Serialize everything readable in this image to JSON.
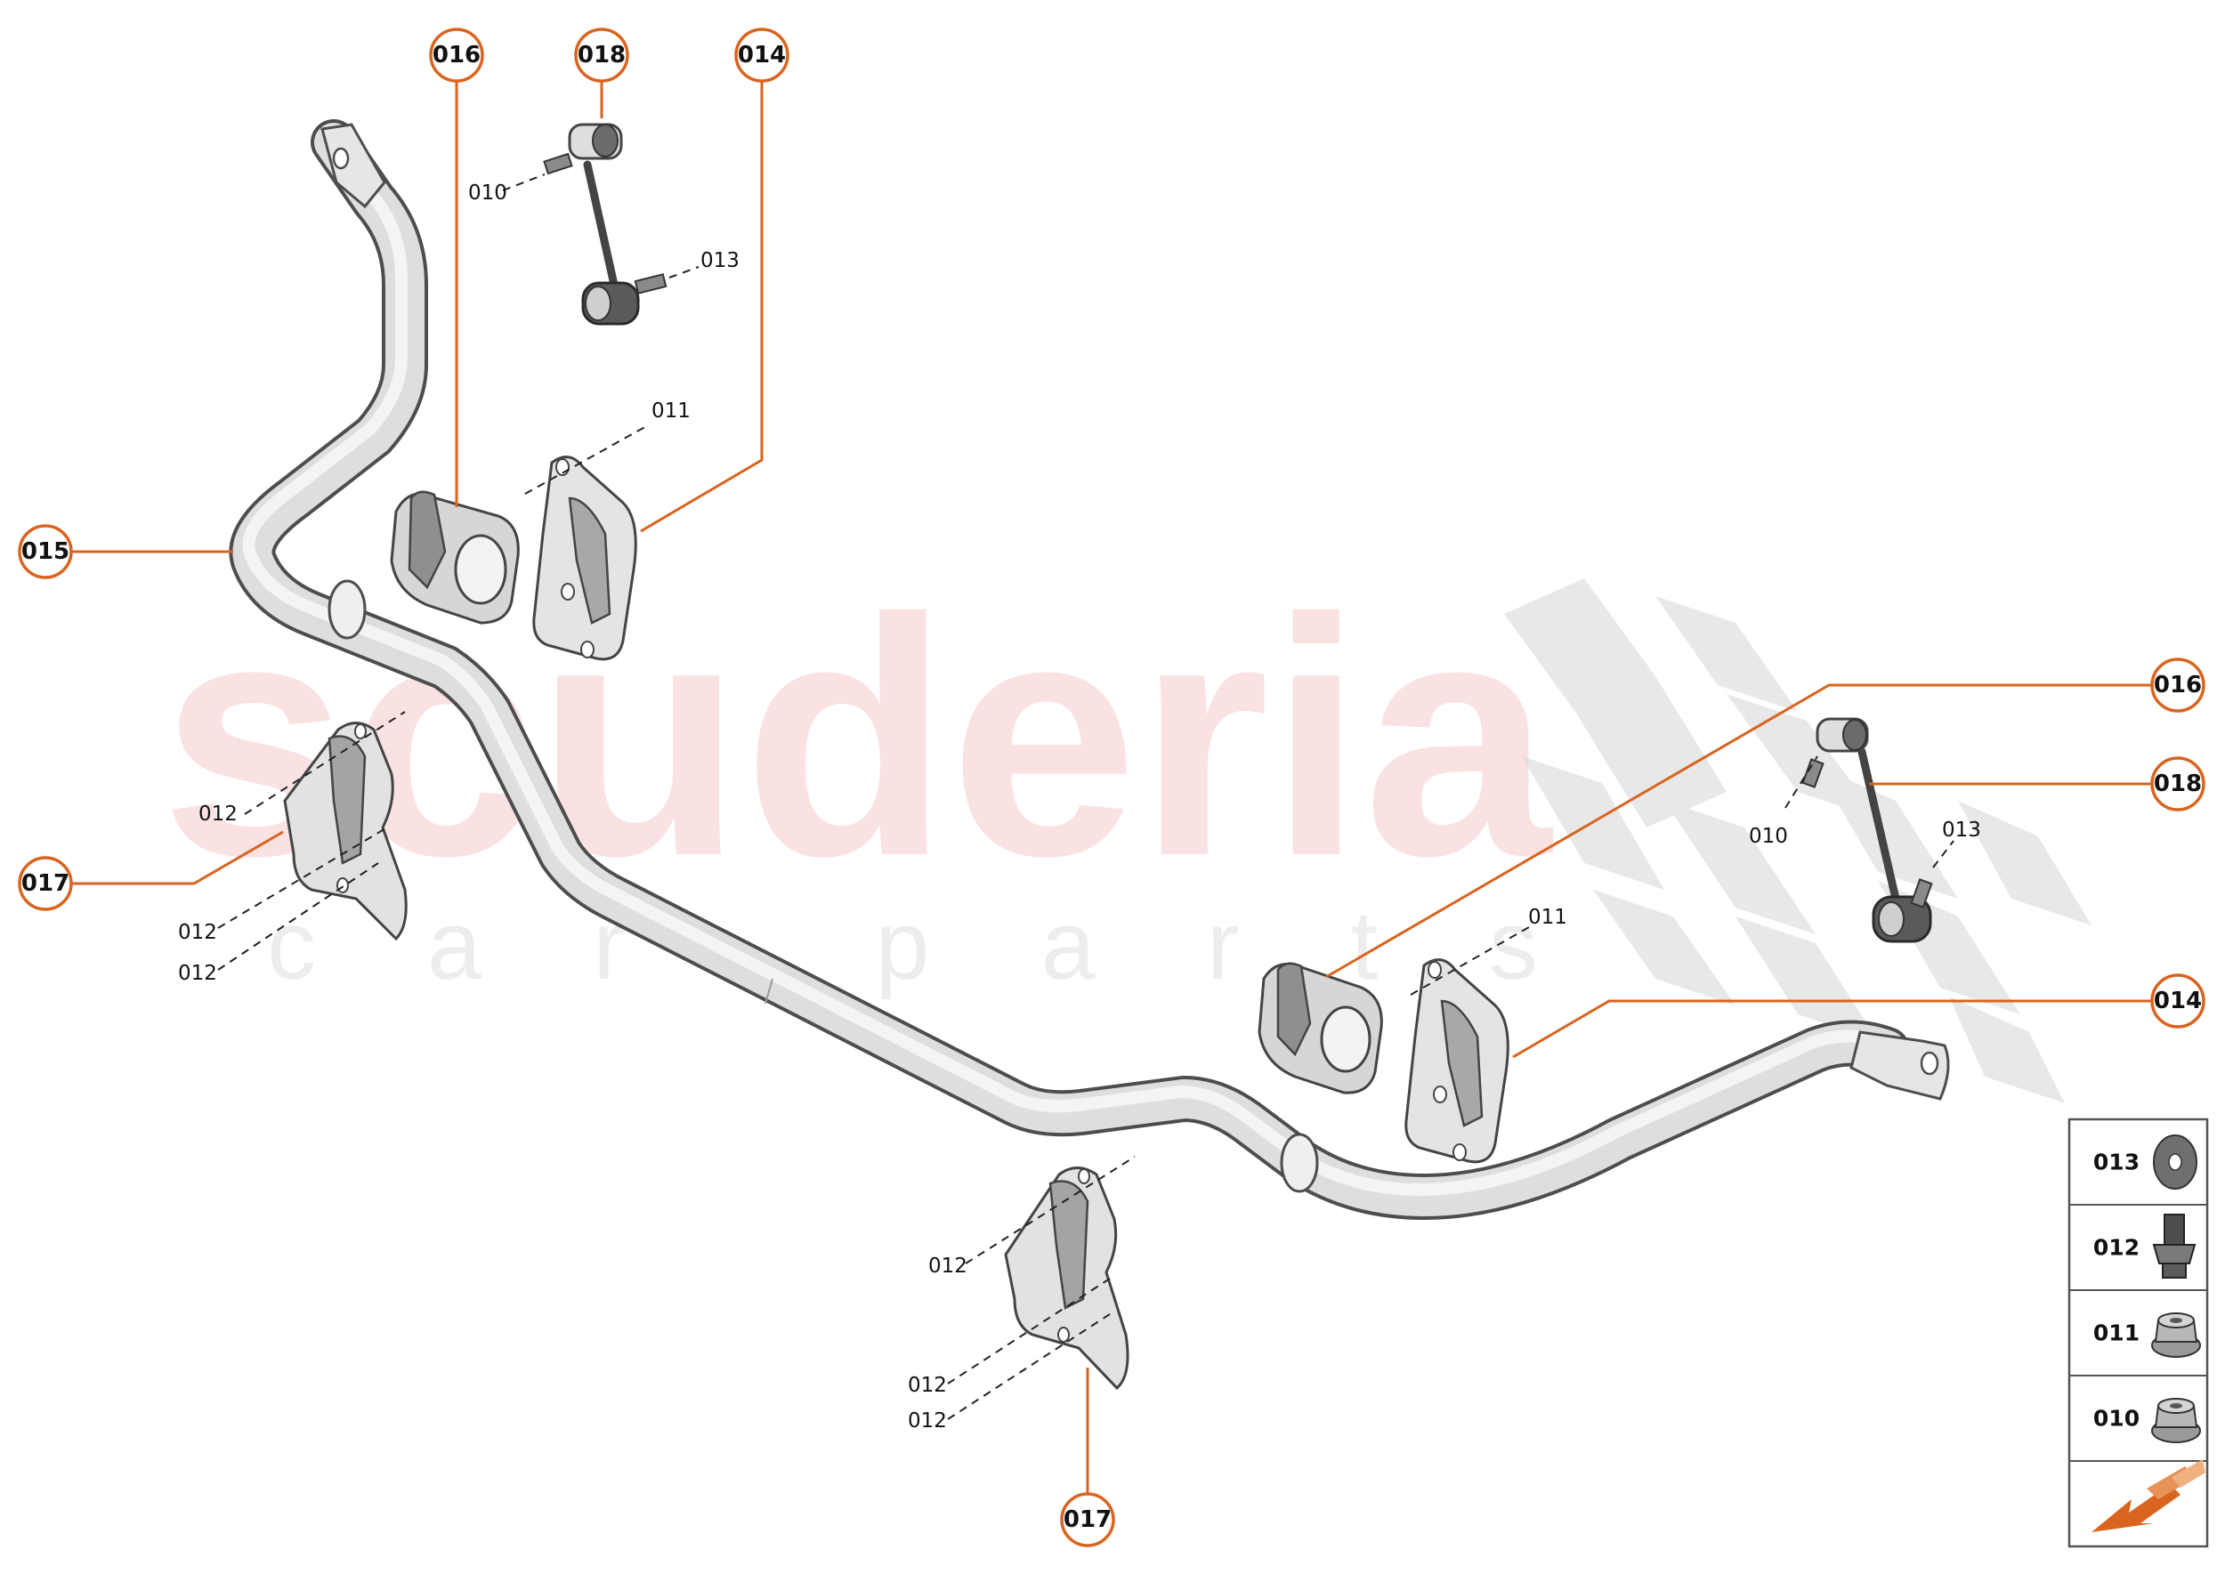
{
  "watermark": {
    "brand": "scuderia",
    "tagline": "car parts"
  },
  "callouts": {
    "c016_top": "016",
    "c018_top": "018",
    "c014_top": "014",
    "c015": "015",
    "c017_left": "017",
    "c016_right": "016",
    "c018_right": "018",
    "c014_right": "014",
    "c017_bottom": "017"
  },
  "refs": {
    "r010_top": "010",
    "r013_top": "013",
    "r011_top": "011",
    "r012_l1": "012",
    "r012_l2": "012",
    "r012_l3": "012",
    "r010_right": "010",
    "r013_right": "013",
    "r011_right": "011",
    "r012_b1": "012",
    "r012_b2": "012",
    "r012_b3": "012"
  },
  "legend": {
    "rows": [
      {
        "code": "013",
        "icon": "washer-icon"
      },
      {
        "code": "012",
        "icon": "bolt-icon"
      },
      {
        "code": "011",
        "icon": "flange-nut-icon"
      },
      {
        "code": "010",
        "icon": "flange-nut-icon"
      }
    ],
    "direction_icon": "direction-arrow-icon"
  },
  "colors": {
    "accent": "#d8641f",
    "part_fill": "#e9e9e9",
    "part_stroke": "#4a4a4a"
  }
}
